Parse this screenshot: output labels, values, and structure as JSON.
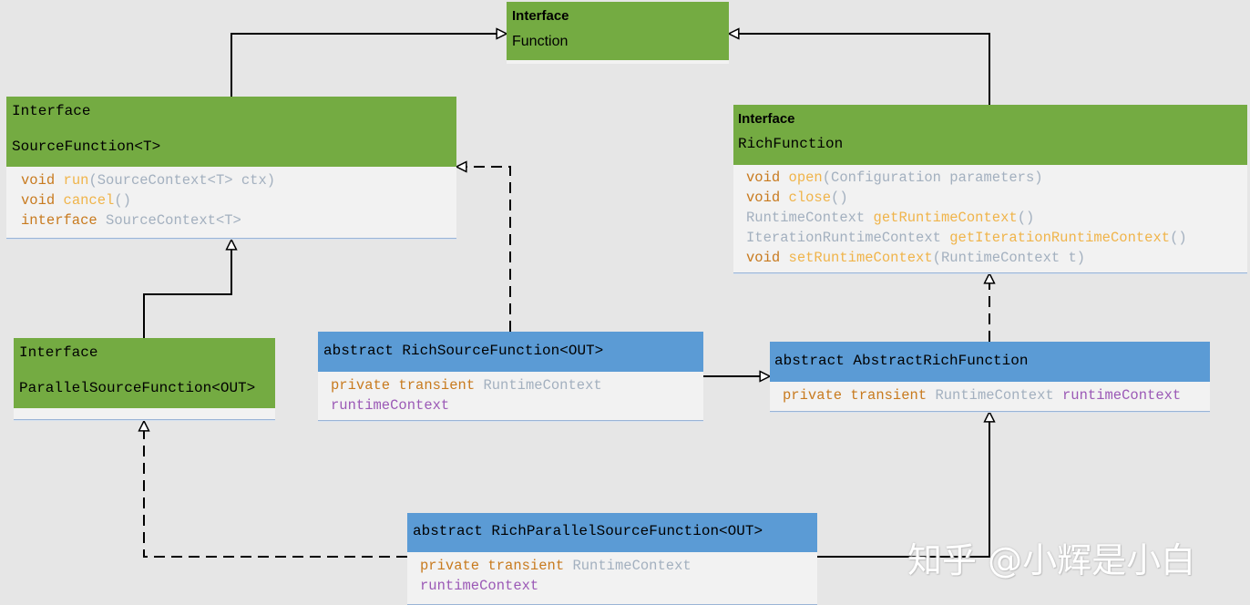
{
  "function_box": {
    "stereotype": "Interface",
    "name": "Function"
  },
  "source_function": {
    "stereotype": "Interface",
    "name": "SourceFunction<T>",
    "members": [
      {
        "kw": "void",
        "name": "run",
        "args": "(SourceContext<T> ctx)"
      },
      {
        "kw": "void",
        "name": "cancel",
        "args": "()"
      },
      {
        "kw": "interface",
        "type": "SourceContext<T>"
      }
    ]
  },
  "rich_function": {
    "stereotype": "Interface",
    "name": "RichFunction",
    "members": [
      {
        "ret": "void",
        "name": "open",
        "args": "(Configuration parameters)"
      },
      {
        "ret": "void",
        "name": "close",
        "args": "()"
      },
      {
        "ret": "RuntimeContext",
        "name": "getRuntimeContext",
        "args": "()"
      },
      {
        "ret": "IterationRuntimeContext",
        "name": "getIterationRuntimeContext",
        "args": "()"
      },
      {
        "ret": "void",
        "name": "setRuntimeContext",
        "args": "(RuntimeContext t)"
      }
    ]
  },
  "parallel_source_function": {
    "stereotype": "Interface",
    "name": "ParallelSourceFunction<OUT>"
  },
  "rich_source_function": {
    "name": "abstract RichSourceFunction<OUT>",
    "modifier": "private transient",
    "type": "RuntimeContext",
    "field": "runtimeContext"
  },
  "abstract_rich_function": {
    "name": "abstract AbstractRichFunction",
    "modifier": "private transient",
    "type": "RuntimeContext",
    "field": "runtimeContext"
  },
  "rich_parallel_source_function": {
    "name": "abstract RichParallelSourceFunction<OUT>",
    "modifier": "private transient",
    "type": "RuntimeContext",
    "field": "runtimeContext"
  },
  "watermark": "知乎 @小辉是小白",
  "colors": {
    "interface_header": "#74ab42",
    "class_header": "#5b9bd5",
    "body": "#f2f2f2",
    "keyword": "#c87a1e",
    "method": "#f0b44a",
    "type": "#a3b0bf",
    "field": "#9b59b6"
  }
}
